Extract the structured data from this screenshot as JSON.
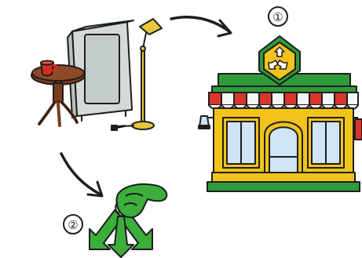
{
  "steps": [
    {
      "number": "①",
      "target": "recycle-shop"
    },
    {
      "number": "②",
      "target": "hand-recycle-arrows"
    }
  ],
  "colors": {
    "outline": "#1e1e1e",
    "shop_yellow": "#f2c31b",
    "shop_green": "#2f9a3a",
    "awning_red": "#d8362b",
    "awning_white": "#f5f5f5",
    "window_blue": "#cfe4f5",
    "table_brown": "#7a3b1f",
    "cup_red": "#d62e1f",
    "cabinet_gray": "#d4dad6",
    "lamp_yellow": "#e9c63a",
    "hand_green": "#3cae3a"
  },
  "icons": [
    "table-icon",
    "cup-icon",
    "cabinet-icon",
    "floor-lamp-icon",
    "recycle-icon",
    "hand-icon"
  ]
}
